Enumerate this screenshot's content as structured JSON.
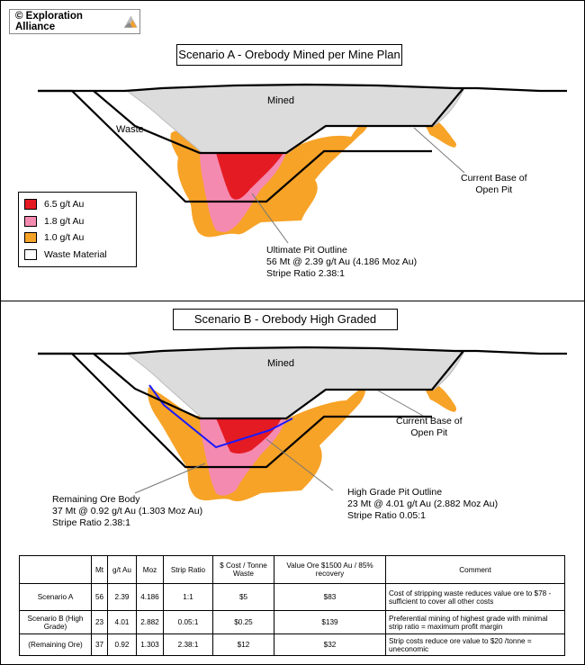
{
  "logo": {
    "text": "© Exploration Alliance"
  },
  "scenario_a": {
    "title": "Scenario A - Orebody Mined per Mine Plan",
    "mined": "Mined",
    "waste": "Waste",
    "current_base": [
      "Current Base of",
      "Open Pit"
    ],
    "pit_outline": [
      "Ultimate Pit Outline",
      "56 Mt @ 2.39 g/t Au (4.186 Moz Au)",
      "Stripe Ratio 2.38:1"
    ]
  },
  "legend": [
    {
      "label": "6.5 g/t Au",
      "color": "#e51b23"
    },
    {
      "label": "1.8 g/t Au",
      "color": "#f58ab0"
    },
    {
      "label": "1.0 g/t Au",
      "color": "#f7a327"
    },
    {
      "label": "Waste Material",
      "color": "#ffffff"
    }
  ],
  "scenario_b": {
    "title": "Scenario B - Orebody High Graded",
    "mined": "Mined",
    "current_base": [
      "Current Base of",
      "Open Pit"
    ],
    "remaining": [
      "Remaining Ore Body",
      "37 Mt @ 0.92 g/t Au (1.303 Moz Au)",
      "Stripe Ratio 2.38:1"
    ],
    "high_grade": [
      "High Grade Pit Outline",
      "23 Mt @ 4.01 g/t Au (2.882 Moz Au)",
      "Stripe Ratio 0.05:1"
    ]
  },
  "table": {
    "headers": [
      "",
      "Mt",
      "g/t Au",
      "Moz",
      "Strip Ratio",
      "$ Cost / Tonne Waste",
      "Value Ore $1500 Au / 85% recovery",
      "Comment"
    ],
    "rows": [
      [
        "Scenario A",
        "56",
        "2.39",
        "4.186",
        "1:1",
        "$5",
        "$83",
        "Cost of stripping waste reduces value ore to $78 - sufficient to cover all other costs"
      ],
      [
        "Scenario B (High Grade)",
        "23",
        "4.01",
        "2.882",
        "0.05:1",
        "$0.25",
        "$139",
        "Preferential mining of highest grade with minimal strip ratio = maximum profit margin"
      ],
      [
        "(Remaining Ore)",
        "37",
        "0.92",
        "1.303",
        "2.38:1",
        "$12",
        "$32",
        "Strip costs reduce ore value to $20 /tonne = uneconomic"
      ]
    ]
  },
  "colors": {
    "high": "#e51b23",
    "mid": "#f58ab0",
    "low": "#f7a327",
    "mined": "#dcdcdc",
    "high_grade_outline": "#1a1aff"
  }
}
